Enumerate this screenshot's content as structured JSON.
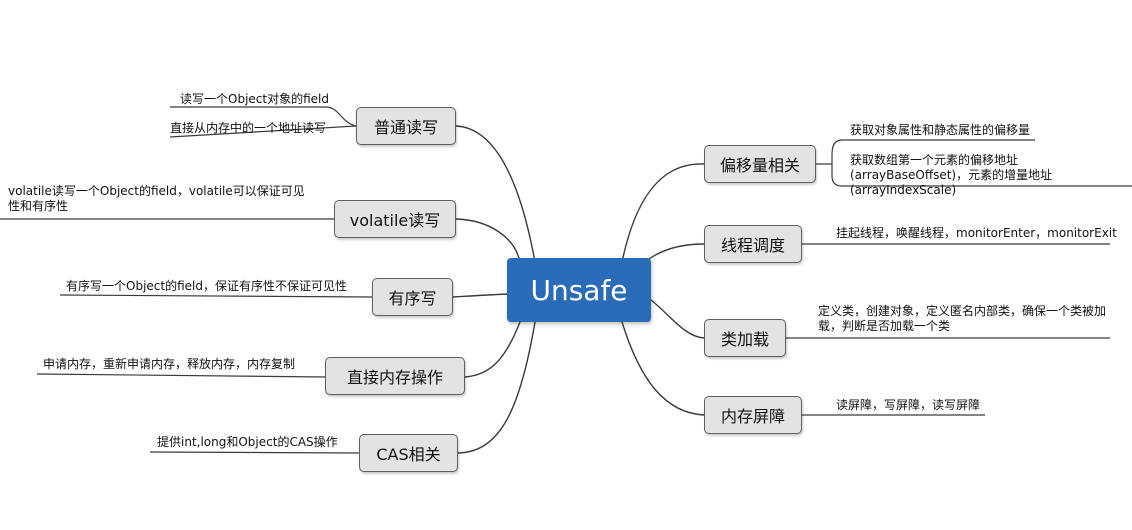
{
  "central": {
    "label": "Unsafe"
  },
  "colors": {
    "central_fill": "#2b6cba",
    "topic_fill": "#e3e3e3",
    "line": "#3a3a3a"
  },
  "left_topics": [
    {
      "label": "普通读写",
      "details": [
        "读写一个Object对象的field",
        "直接从内存中的一个地址读写"
      ]
    },
    {
      "label": "volatile读写",
      "details": [
        "volatile读写一个Object的field，volatile可以保证可见性和有序性"
      ]
    },
    {
      "label": "有序写",
      "details": [
        "有序写一个Object的field，保证有序性不保证可见性"
      ]
    },
    {
      "label": "直接内存操作",
      "details": [
        "申请内存，重新申请内存，释放内存，内存复制"
      ]
    },
    {
      "label": "CAS相关",
      "details": [
        "提供int,long和Object的CAS操作"
      ]
    }
  ],
  "right_topics": [
    {
      "label": "偏移量相关",
      "details": [
        "获取对象属性和静态属性的偏移量",
        "获取数组第一个元素的偏移地址(arrayBaseOffset)，元素的增量地址(arrayIndexScale)"
      ]
    },
    {
      "label": "线程调度",
      "details": [
        "挂起线程，唤醒线程，monitorEnter，monitorExit"
      ]
    },
    {
      "label": "类加载",
      "details": [
        "定义类，创建对象，定义匿名内部类，确保一个类被加载，判断是否加载一个类"
      ]
    },
    {
      "label": "内存屏障",
      "details": [
        "读屏障，写屏障，读写屏障"
      ]
    }
  ]
}
